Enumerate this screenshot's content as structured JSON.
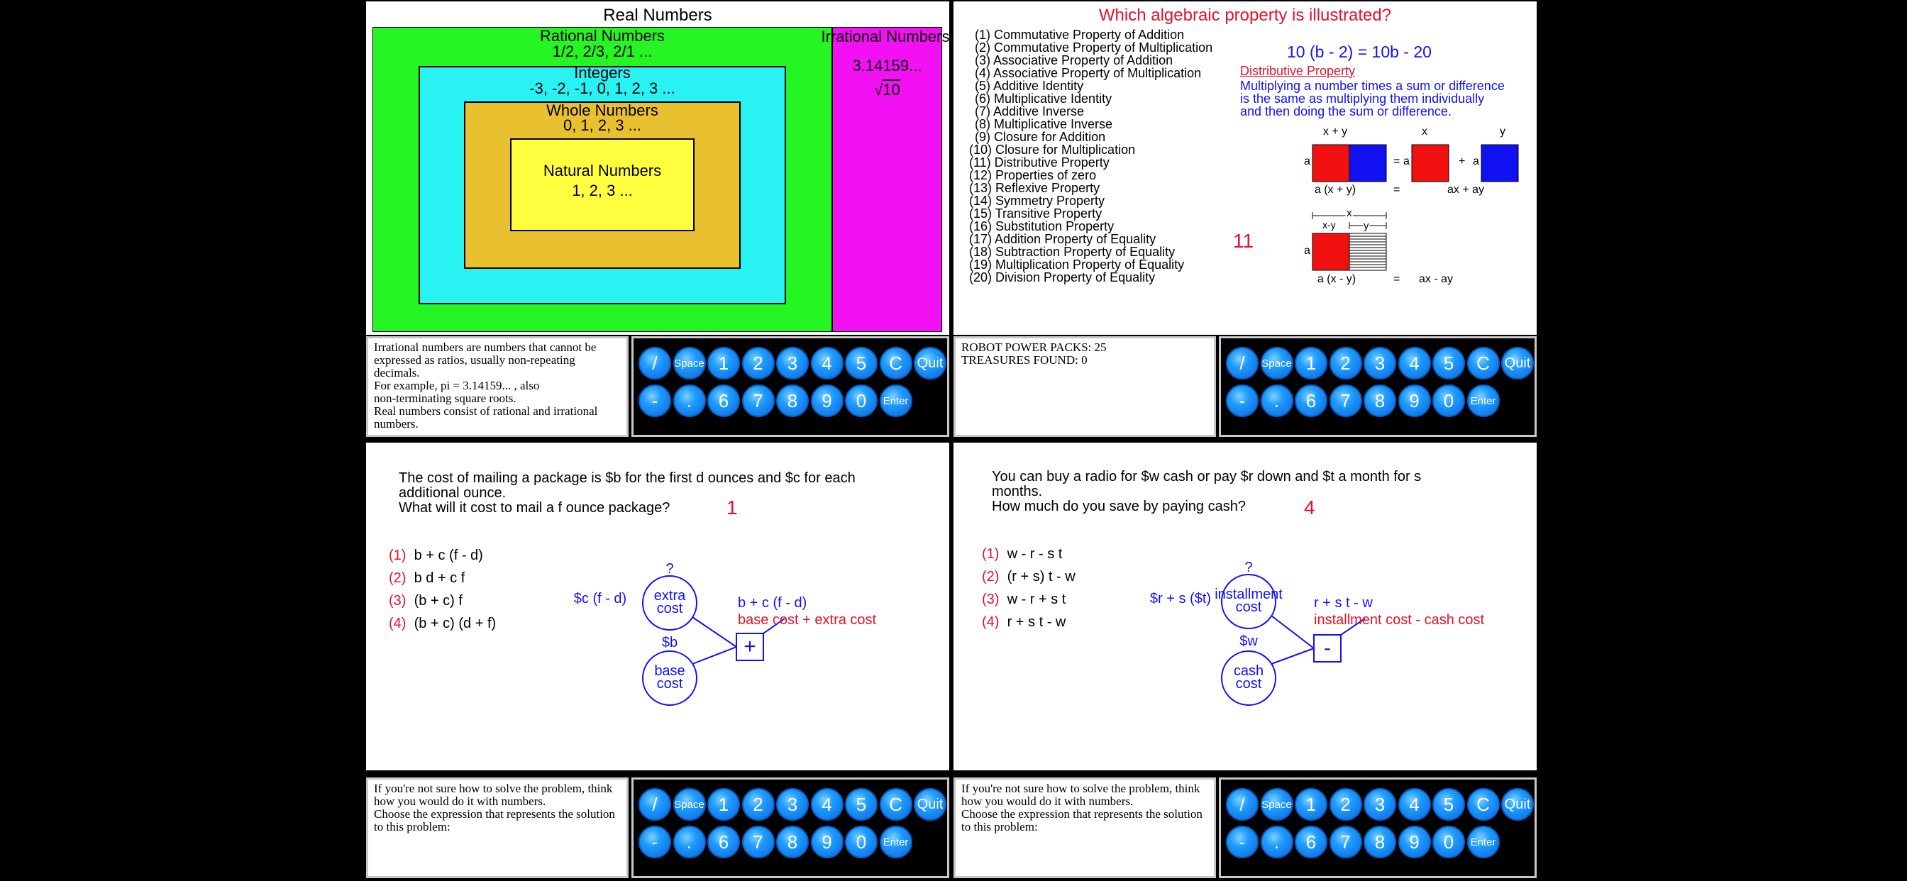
{
  "panel1": {
    "title": "Real Numbers",
    "rational": {
      "label": "Rational Numbers",
      "examples": "1/2,  2/3,  2/1 ..."
    },
    "irrational": {
      "label": "Irrational Numbers",
      "examples": "3.14159...",
      "sqrt": "10"
    },
    "integers": {
      "label": "Integers",
      "examples": "-3,  -2,  -1,  0,  1,  2,  3 ..."
    },
    "whole": {
      "label": "Whole Numbers",
      "examples": "0,  1,  2,  3 ..."
    },
    "natural": {
      "label": "Natural Numbers",
      "examples": "1,  2,  3 ..."
    },
    "colors": {
      "rational": "#26f524",
      "irrational": "#f310f3",
      "integers": "#28f2f2",
      "whole": "#e8c030",
      "natural": "#ffff40"
    },
    "info": [
      "Irrational numbers are numbers that cannot be",
      "expressed as ratios,  usually non-repeating",
      "decimals.",
      "For example,  pi  =  3.14159... ,  also",
      "non-terminating square roots.",
      "Real numbers consist of rational and irrational",
      "numbers."
    ]
  },
  "panel2": {
    "title": "Which algebraic property is illustrated?",
    "properties": [
      "(1)  Commutative Property of Addition",
      "(2)  Commutative Property of Multiplication",
      "(3)  Associative Property of Addition",
      "(4)  Associative Property of Multiplication",
      "(5)  Additive Identity",
      "(6)  Multiplicative Identity",
      "(7)  Additive Inverse",
      "(8)  Multiplicative Inverse",
      "(9)  Closure for Addition",
      "(10)  Closure for Multiplication",
      "(11)  Distributive Property",
      "(12)  Properties of zero",
      "(13)  Reflexive Property",
      "(14)  Symmetry Property",
      "(15)  Transitive Property",
      "(16)  Substitution Property",
      "(17)  Addition Property of Equality",
      "(18)  Subtraction Property of Equality",
      "(19)  Multiplication Property of Equality",
      "(20)  Division Property of Equality"
    ],
    "equation": "10 (b  -  2)  =  10b  -  20",
    "property_name": "Distributive Property",
    "explanation": [
      "Multiplying a number times a sum or difference",
      "is the same as multiplying them individually",
      "and then doing the sum or difference."
    ],
    "answer": "11",
    "diagram": {
      "xy": "x  +  y",
      "x": "x",
      "y": "y",
      "a": "a",
      "eq": "=",
      "plus": "+",
      "formula1_left": "a (x  +  y)",
      "formula1_eq": "=",
      "formula1_right": "ax  +  ay",
      "xm_y": "x-y",
      "formula2_left": "a (x  -  y)",
      "formula2_eq": "=",
      "formula2_right": "ax  -  ay"
    },
    "status": [
      "ROBOT POWER PACKS:   25",
      "TREASURES FOUND:  0"
    ]
  },
  "panel3": {
    "problem": [
      "The cost of mailing a package is  $b  for the first  d  ounces and  $c  for each",
      "additional ounce.",
      "What will it cost to mail a  f  ounce package?"
    ],
    "answer": "1",
    "choices": [
      {
        "num": "(1)",
        "text": "b  +  c (f  -  d)"
      },
      {
        "num": "(2)",
        "text": "b d  +  c f"
      },
      {
        "num": "(3)",
        "text": "(b  +  c) f"
      },
      {
        "num": "(4)",
        "text": "(b  +  c) (d  +  f)"
      }
    ],
    "diagram": {
      "q": "?",
      "top_node": [
        "extra",
        "cost"
      ],
      "top_value": "$c (f  -  d)",
      "bottom_label": "$b",
      "bottom_node": [
        "base",
        "cost"
      ],
      "op": "+",
      "result": "b  +  c (f  -  d)",
      "result_desc": "base cost  +  extra cost"
    },
    "hint": [
      "If you're not sure how to solve the problem,  think",
      "how you would do it with numbers.",
      "Choose the expression that represents the solution",
      "to this problem:"
    ]
  },
  "panel4": {
    "problem": [
      "You can buy a radio for  $w  cash or pay  $r  down and  $t  a month for  s",
      "months.",
      "How much do you save by paying cash?"
    ],
    "answer": "4",
    "choices": [
      {
        "num": "(1)",
        "text": "w  -  r  -  s t"
      },
      {
        "num": "(2)",
        "text": "(r  +  s) t  -  w"
      },
      {
        "num": "(3)",
        "text": "w  -  r  +  s t"
      },
      {
        "num": "(4)",
        "text": "r  +  s t  -  w"
      }
    ],
    "diagram": {
      "q": "?",
      "top_node": [
        "installment",
        "cost"
      ],
      "top_value": "$r  +  s ($t)",
      "bottom_label": "$w",
      "bottom_node": [
        "cash",
        "cost"
      ],
      "op": "-",
      "result": "r  +  s t  -  w",
      "result_desc": "installment cost  -  cash cost"
    },
    "hint": [
      "If you're not sure how to solve the problem,  think",
      "how you would do it with numbers.",
      "Choose the expression that represents the solution",
      "to this problem:"
    ]
  },
  "keypad": {
    "row1": [
      "/",
      "Space",
      "1",
      "2",
      "3",
      "4",
      "5",
      "C",
      "Quit"
    ],
    "row2": [
      "-",
      ".",
      "6",
      "7",
      "8",
      "9",
      "0",
      "Enter"
    ]
  }
}
